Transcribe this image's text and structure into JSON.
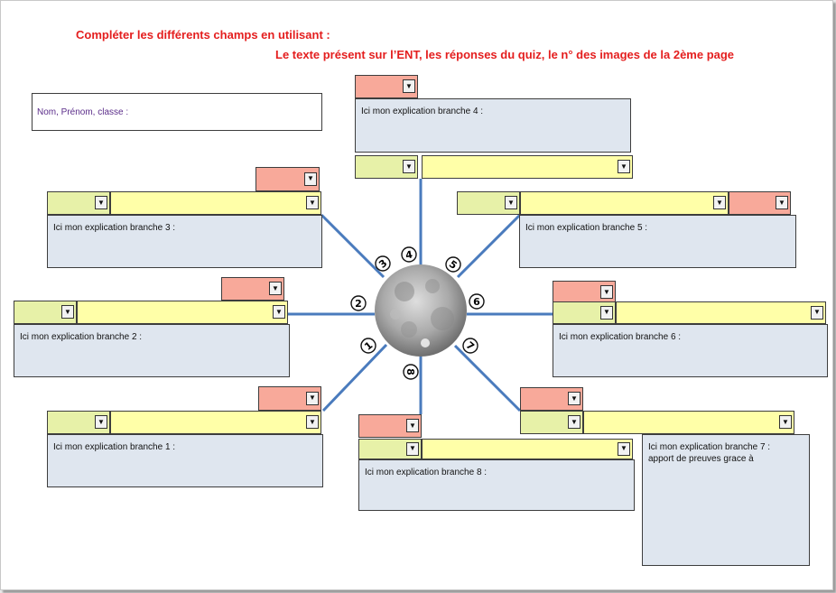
{
  "instructions": {
    "line1": "Compléter les différents champs en utilisant :",
    "line2": "Le texte présent sur l’ENT, les réponses du quiz, le n° des images de la 2ème page"
  },
  "identity": {
    "label": "Nom, Prénom, classe :"
  },
  "dropdown_icon": "▼",
  "center": {
    "image": "full-moon",
    "color": "#8e8e8e"
  },
  "line_color": "#4a7bbd",
  "branch_numbers": [
    "1",
    "2",
    "3",
    "4",
    "5",
    "6",
    "7",
    "8"
  ],
  "branches": {
    "b1": {
      "explanation": "Ici mon explication branche 1 :"
    },
    "b2": {
      "explanation": "Ici mon explication branche 2 :"
    },
    "b3": {
      "explanation": "Ici mon explication branche 3 :"
    },
    "b4": {
      "explanation": "Ici mon explication branche 4 :"
    },
    "b5": {
      "explanation": "Ici mon explication branche 5 :"
    },
    "b6": {
      "explanation": "Ici mon explication branche 6 :"
    },
    "b7": {
      "explanation": "Ici mon explication branche 7 :",
      "extra": "apport de preuves grace à"
    },
    "b8": {
      "explanation": "Ici mon explication branche 8 :"
    }
  }
}
